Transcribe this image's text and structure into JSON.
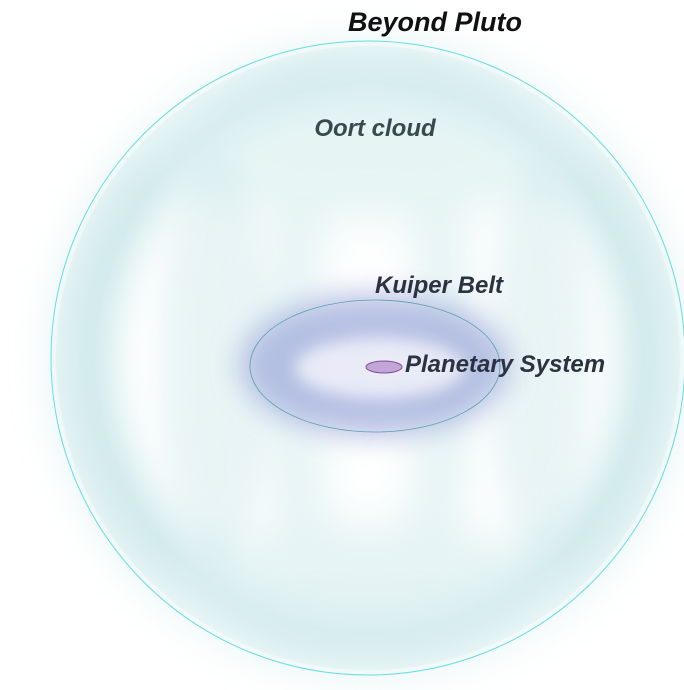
{
  "diagram": {
    "title": "Beyond Pluto",
    "labels": {
      "oort_cloud": "Oort cloud",
      "kuiper_belt": "Kuiper Belt",
      "planetary_system": "Planetary System"
    }
  },
  "colors": {
    "oort_haze": "#bfe3e4",
    "oort_outline": "#66dde0",
    "kuiper_haze": "#9aa6d8",
    "kuiper_outline": "#5c9bb0",
    "planetary_fill": "#c3a6d8",
    "planetary_outline": "#7d4f98",
    "title_text": "#111111",
    "oort_text": "#3a4a4c",
    "kuiper_text": "#2c3340",
    "planetary_text": "#2c3340"
  }
}
